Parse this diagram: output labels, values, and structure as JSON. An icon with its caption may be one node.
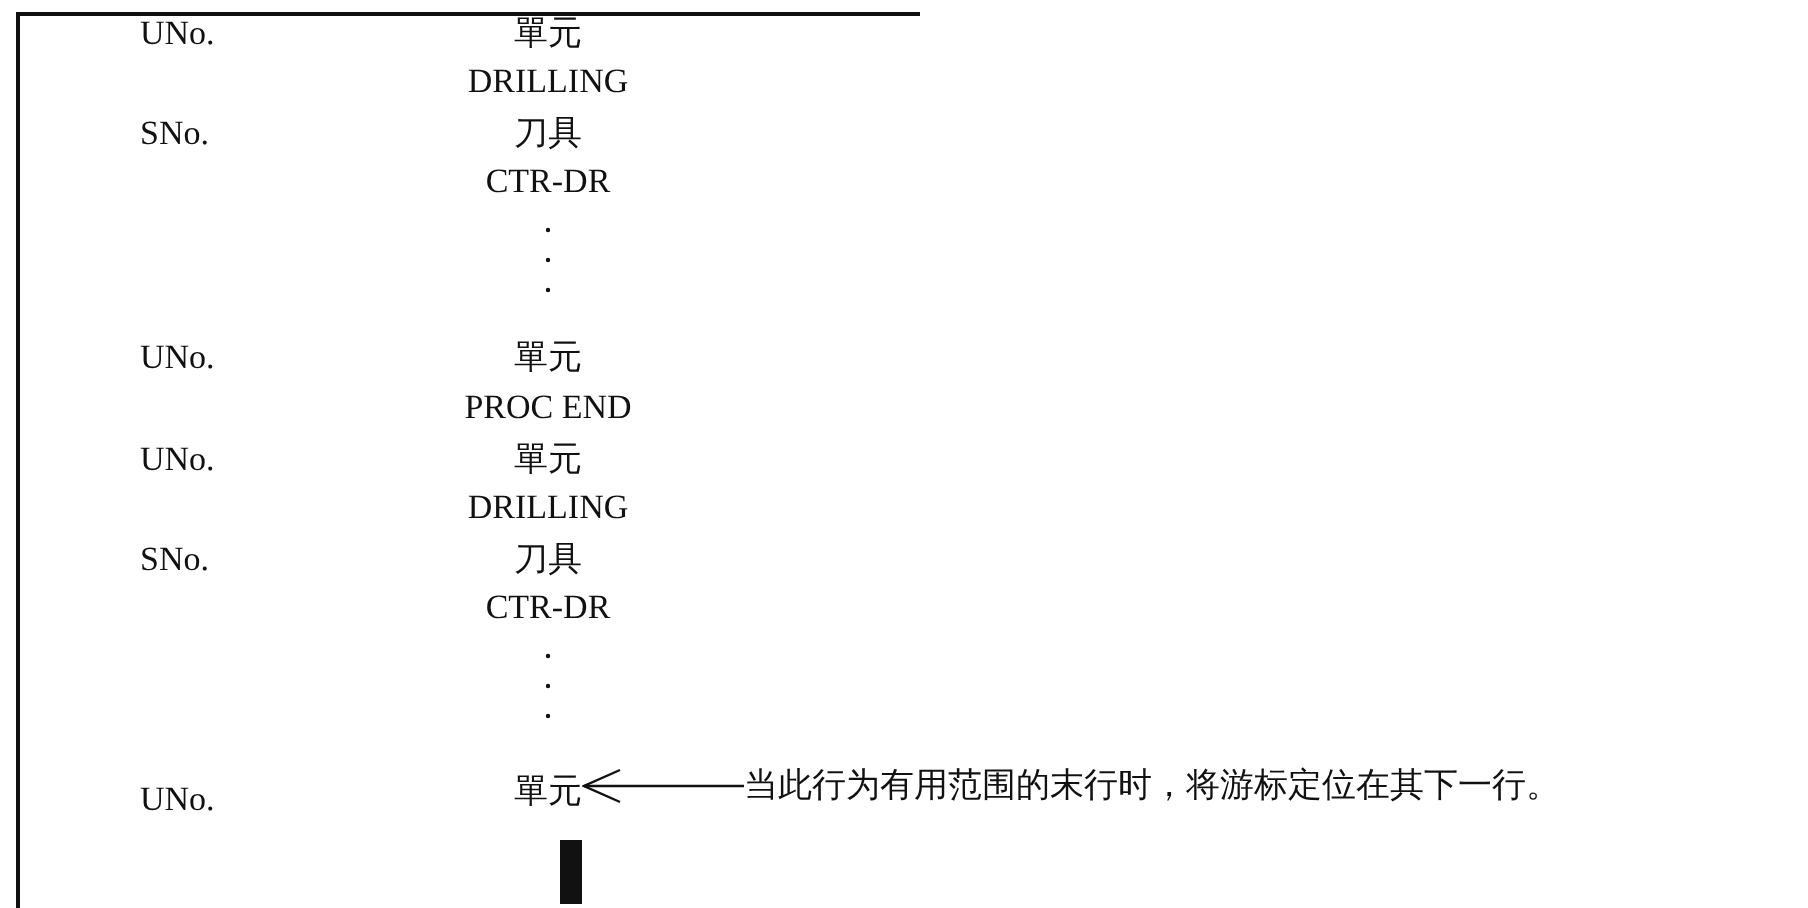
{
  "diagram": {
    "nodes": [
      {
        "text": [
          "單元"
        ]
      },
      {
        "text": [
          "当此行为有用范围的末行时，将游标定位在其下一行。"
        ]
      }
    ],
    "edges": [
      {
        "from": 1,
        "to": 0,
        "arrow": "to"
      }
    ],
    "labels": [
      "UNo.",
      "單元",
      "DRILLING",
      "SNo.",
      "刀具",
      "CTR-DR",
      "UNo.",
      "單元",
      "PROC END",
      "UNo.",
      "單元",
      "DRILLING",
      "SNo.",
      "刀具",
      "CTR-DR",
      "UNo."
    ]
  }
}
